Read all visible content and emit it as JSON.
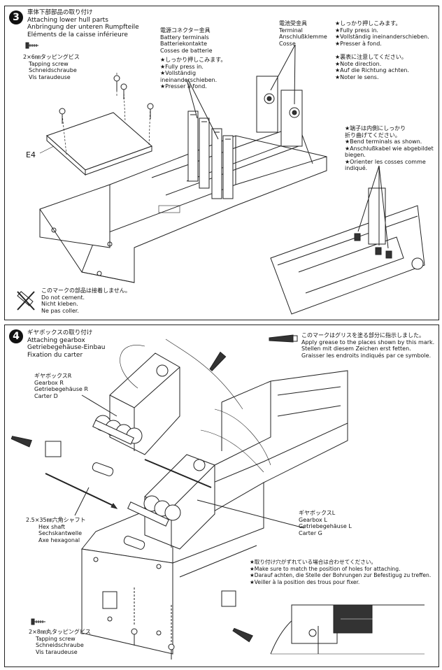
{
  "step3": {
    "number": "3",
    "title": {
      "jp": "車体下部部品の取り付け",
      "en": "Attaching lower hull parts",
      "de": "Anbringung der unteren Rumpfteile",
      "fr": "Eléments de la caisse inférieure"
    },
    "screw": {
      "jp": "2×6㎜タッピングビス",
      "en": "Tapping screw",
      "de": "Schneidschraube",
      "fr": "Vis taraudeuse"
    },
    "battery_terminals": {
      "jp": "電源コネクター金具",
      "en": "Battery terminals",
      "de": "Batteriekontakte",
      "fr": "Cosses de batterie",
      "note_jp": "★しっかり押しこみます。",
      "note_en": "★Fully press in.",
      "note_de": "★Vollständig",
      "note_de2": "ineinanderschieben.",
      "note_fr": "★Presser à fond."
    },
    "terminal": {
      "jp": "電池受金具",
      "en": "Terminal",
      "de": "Anschlußklemme",
      "fr": "Cosse"
    },
    "press_note": {
      "jp": "★しっかり押しこみます。",
      "en": "★Fully press in.",
      "de": "★Vollständig ineinanderschieben.",
      "fr": "★Presser à fond."
    },
    "direction_note": {
      "jp": "★裏表に注意してください。",
      "en": "★Note direction.",
      "de": "★Auf die Richtung achten.",
      "fr": "★Noter le sens."
    },
    "bend_note": {
      "jp": "★端子は内側にしっかり",
      "jp2": "折り曲げてください。",
      "en": "★Bend terminals as shown.",
      "de": "★Anschlußkabel wie abgebildet",
      "de2": "biegen.",
      "fr": "★Orienter les cosses comme",
      "fr2": "indiqué."
    },
    "part_label": "E4",
    "no_cement": {
      "jp": "このマークの部品は接着しません。",
      "en": "Do not cement.",
      "de": "Nicht kleben.",
      "fr": "Ne pas coller."
    }
  },
  "step4": {
    "number": "4",
    "title": {
      "jp": "ギヤボックスの取り付け",
      "en": "Attaching gearbox",
      "de": "Getriebegehäuse-Einbau",
      "fr": "Fixation du carter"
    },
    "grease": {
      "jp": "このマークはグリスを塗る部分に指示しました。",
      "en": "Apply grease to the places shown by this mark.",
      "de": "Stellen mit diesem Zeichen erst fetten.",
      "fr": "Graisser les endroits indiqués par ce symbole."
    },
    "gearbox_r": {
      "jp": "ギヤボックスR",
      "en": "Gearbox R",
      "de": "Getriebegehäuse R",
      "fr": "Carter D"
    },
    "gearbox_l": {
      "jp": "ギヤボックスL",
      "en": "Gearbox L",
      "de": "Getriebegehäuse L",
      "fr": "Carter G"
    },
    "shaft": {
      "jp": "2.5×35㎜六角シャフト",
      "en": "Hex shaft",
      "de": "Sechskantwelle",
      "fr": "Axe hexagonal"
    },
    "holes_note": {
      "jp": "★取り付け穴がずれている場合は合わせてください。",
      "en": "★Make sure to match the position of holes for attaching.",
      "de": "★Darauf achten, die Stelle der Bohrungen zur Befestigug zu treffen.",
      "fr": "★Veiller à la position des trous pour fixer."
    },
    "screw": {
      "jp": "2×8㎜丸タッピングビス",
      "en": "Tapping screw",
      "de": "Schneidschraube",
      "fr": "Vis taraudeuse"
    }
  }
}
